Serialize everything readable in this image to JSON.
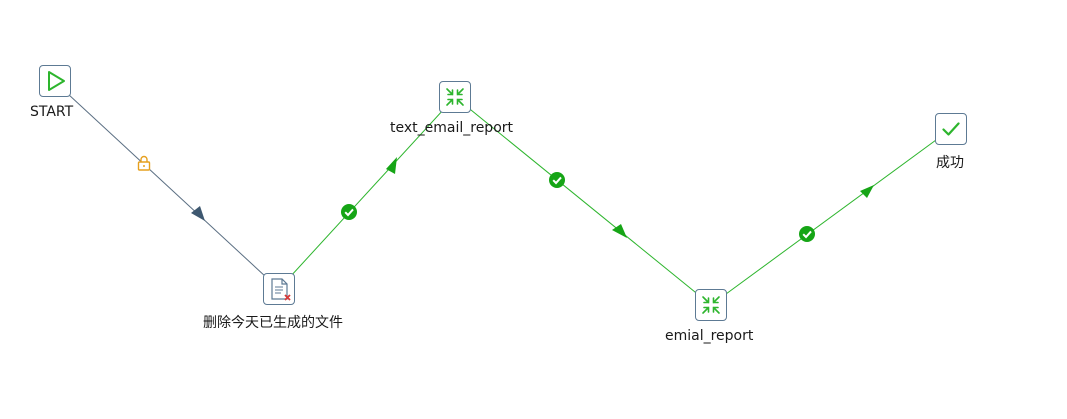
{
  "colors": {
    "success_hop": "#2db52d",
    "unconditional_hop": "#5a6e82",
    "node_border": "#5d7a94",
    "success_badge": "#16a516",
    "lock_icon": "#e6a01e",
    "delete_mark": "#d63a3a",
    "text": "#1a1a1a"
  },
  "nodes": [
    {
      "id": "start",
      "label": "START",
      "icon": "play-icon"
    },
    {
      "id": "delete",
      "label": "删除今天已生成的文件",
      "icon": "delete-file-icon"
    },
    {
      "id": "text_email",
      "label": "text_email_report",
      "icon": "transformation-icon"
    },
    {
      "id": "emial",
      "label": "emial_report",
      "icon": "transformation-icon"
    },
    {
      "id": "success",
      "label": "成功",
      "icon": "checkmark-icon"
    }
  ],
  "hops": [
    {
      "from": "start",
      "to": "delete",
      "type": "unconditional",
      "badge": "lock-icon"
    },
    {
      "from": "delete",
      "to": "text_email",
      "type": "success",
      "badge": "success-check-icon"
    },
    {
      "from": "text_email",
      "to": "emial",
      "type": "success",
      "badge": "success-check-icon"
    },
    {
      "from": "emial",
      "to": "success",
      "type": "success",
      "badge": "success-check-icon"
    }
  ]
}
